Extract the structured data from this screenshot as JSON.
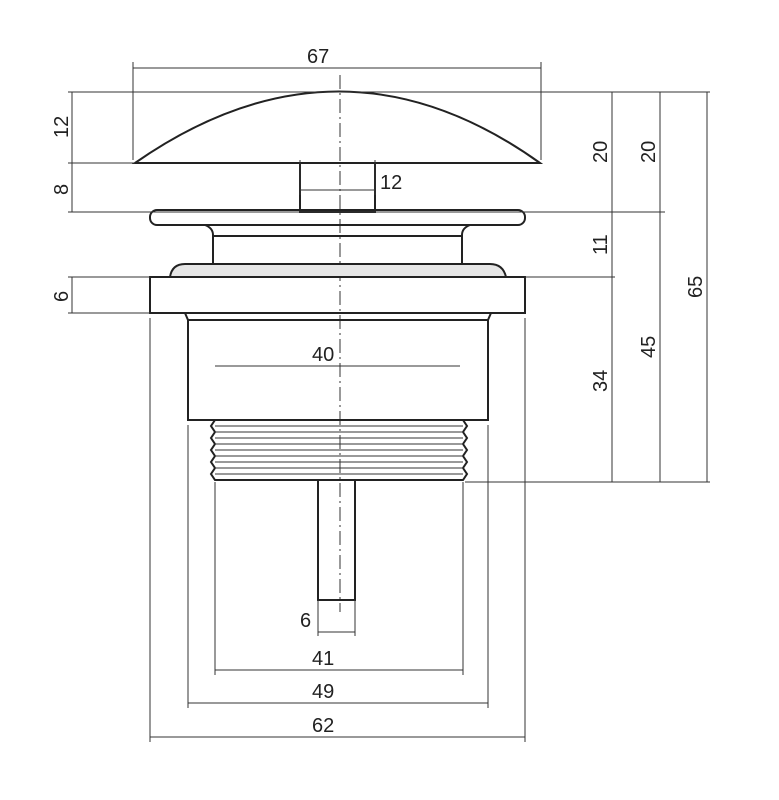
{
  "drawing": {
    "dimensions": {
      "cap_width": "67",
      "cap_height": "12",
      "stem_height": "8",
      "stem_width": "12",
      "collar_height": "6",
      "neck_width": "40",
      "rod_width": "6",
      "thread_width": "41",
      "body_width": "49",
      "collar_width": "62",
      "right_cap_20a": "20",
      "right_cap_20b": "20",
      "right_flange_11": "11",
      "right_body_34": "34",
      "right_45": "45",
      "right_total_65": "65"
    }
  }
}
